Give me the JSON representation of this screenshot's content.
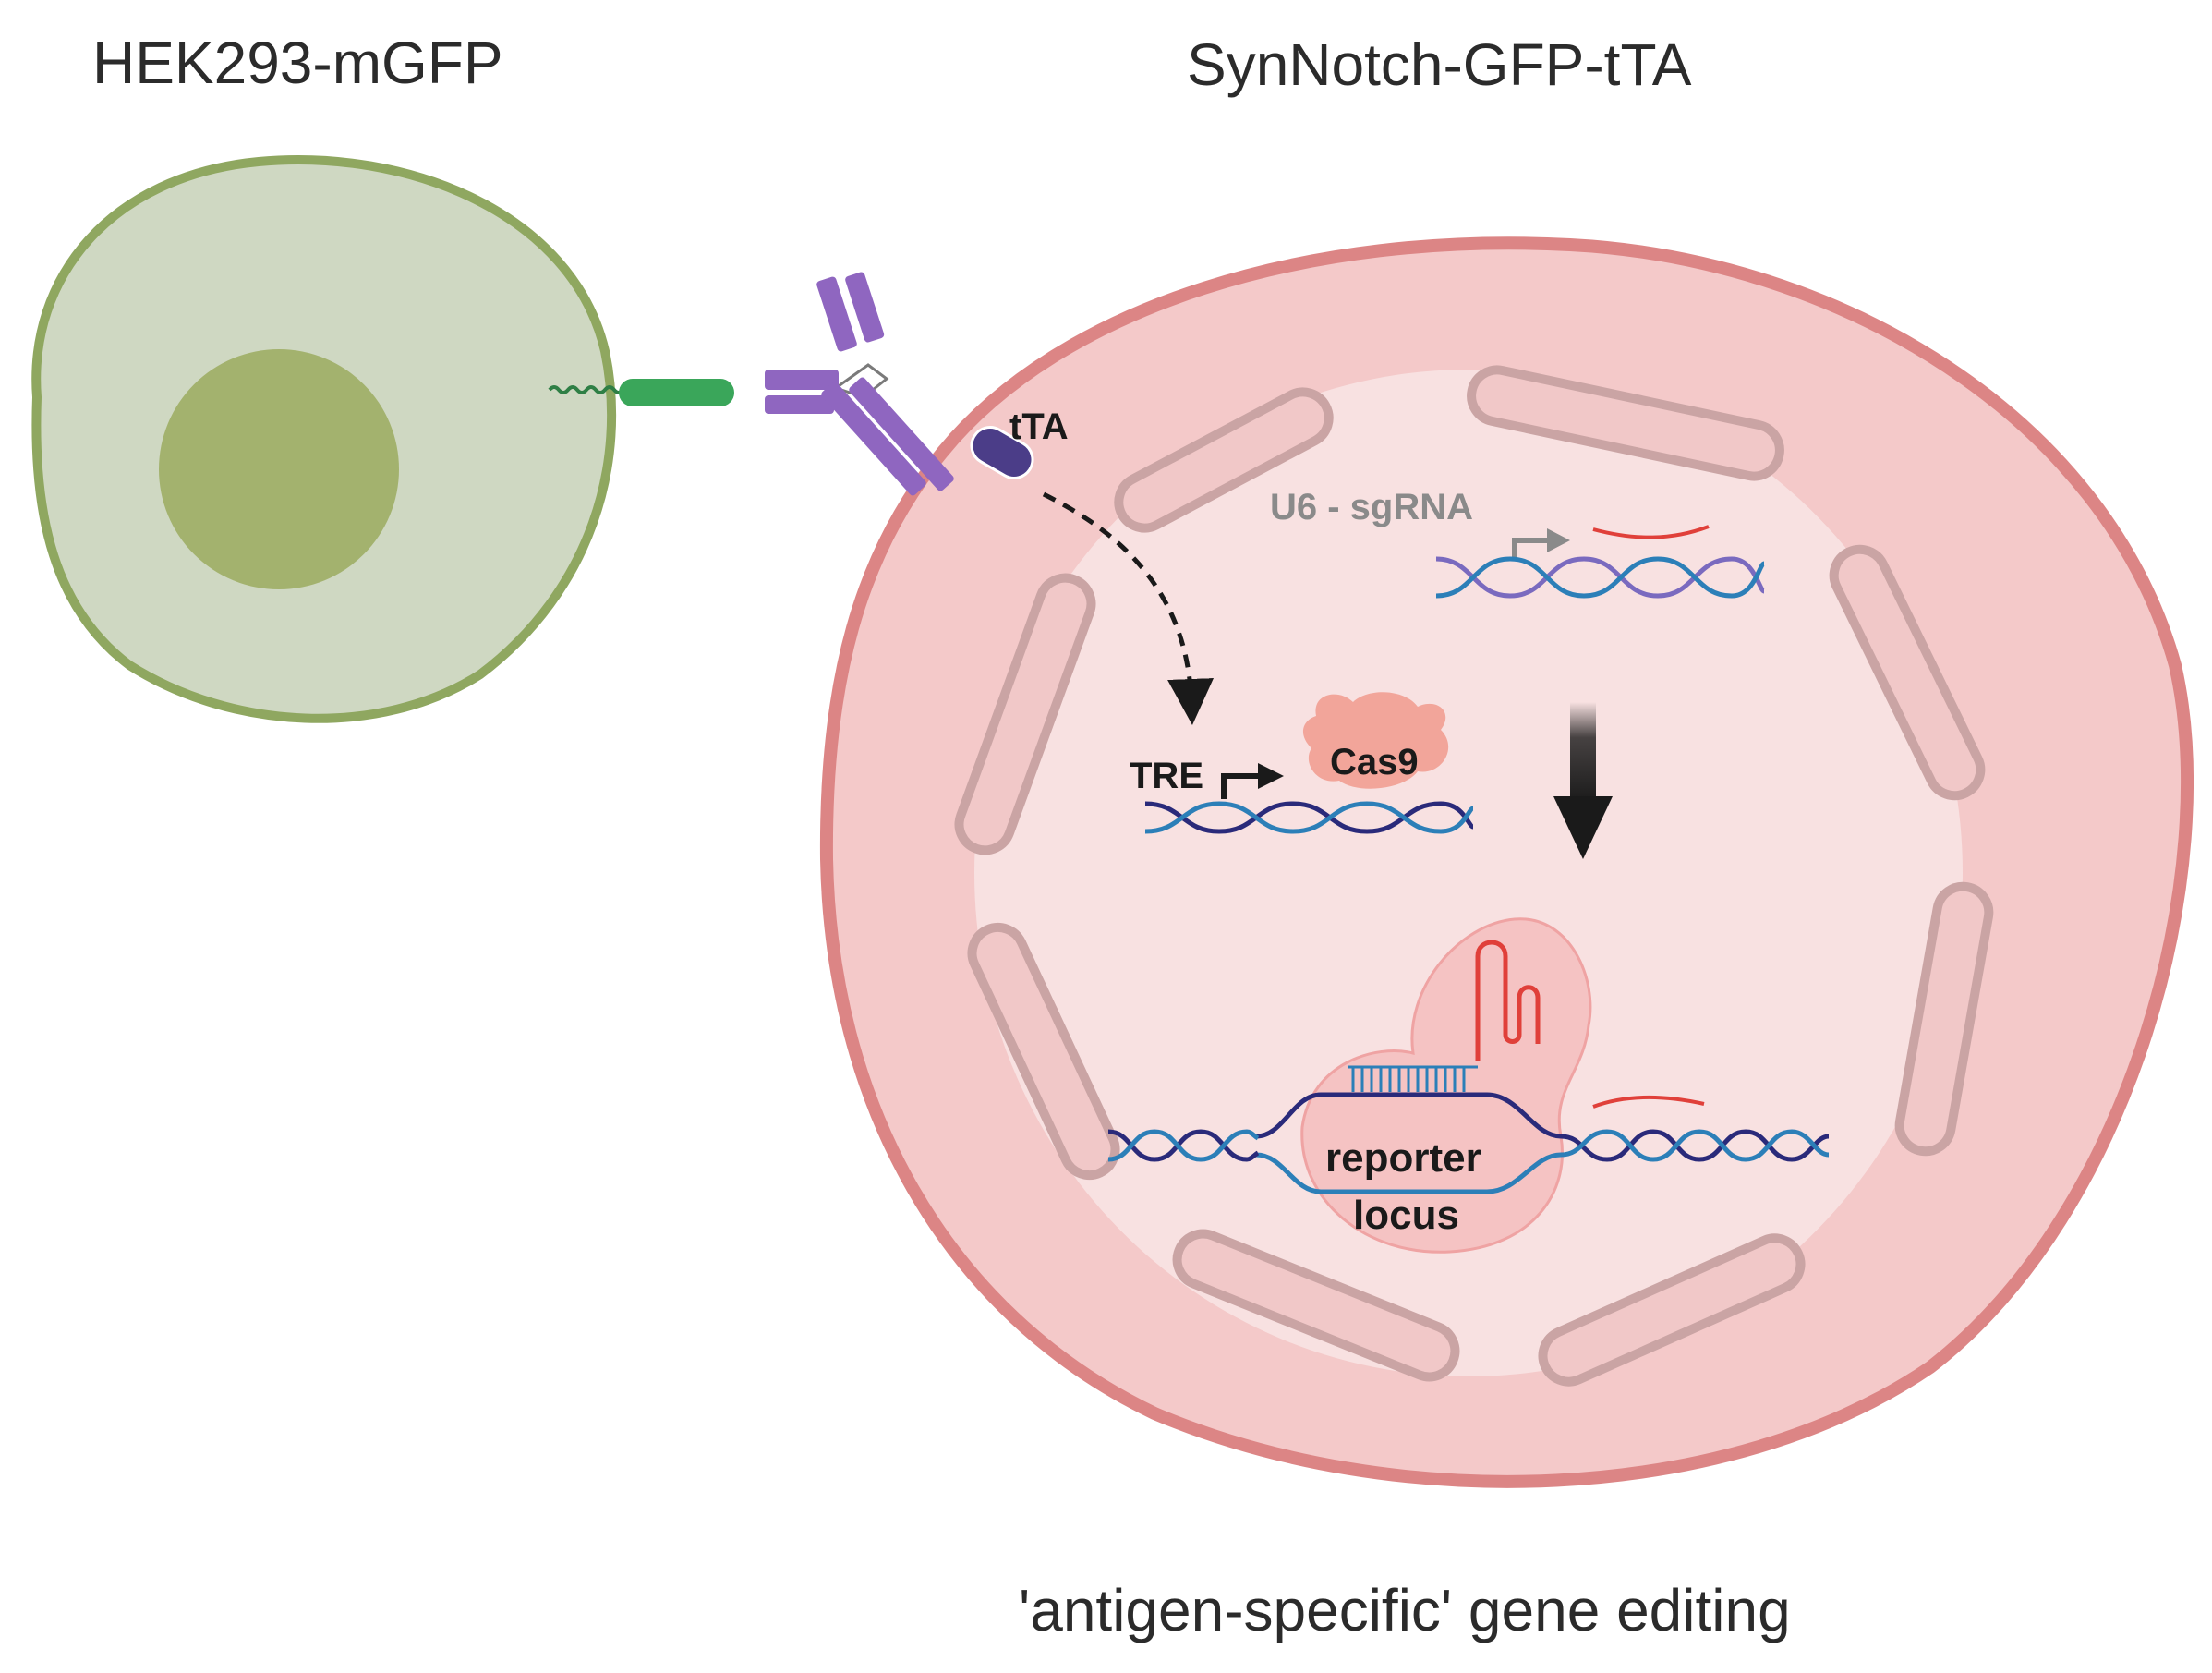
{
  "titles": {
    "left_cell": "HEK293-mGFP",
    "right_cell": "SynNotch-GFP-tTA",
    "caption": "'antigen-specific' gene editing"
  },
  "labels": {
    "tta": "tTA",
    "u6_sgrna": "U6 - sgRNA",
    "tre": "TRE",
    "cas9": "Cas9",
    "reporter": "reporter",
    "locus": "locus"
  },
  "colors": {
    "left_cell_fill": "#cfd8c2",
    "left_cell_border": "#8fa760",
    "left_nucleus": "#a3b26e",
    "right_cell_fill": "#f4c9c9",
    "right_cell_border": "#dc8585",
    "nucleus_fill": "#f8e1e1",
    "envelope_segment": "#f1c8c8",
    "envelope_stroke": "#caa4a4",
    "synnotch_purple": "#8f66c0",
    "tta_dark": "#4b3d88",
    "gfp_green": "#3aa65a",
    "dna_blue": "#2c7fb8",
    "dna_navy": "#2a2a7a",
    "rna_red": "#e0403a",
    "cas9_salmon": "#f2a59a"
  }
}
